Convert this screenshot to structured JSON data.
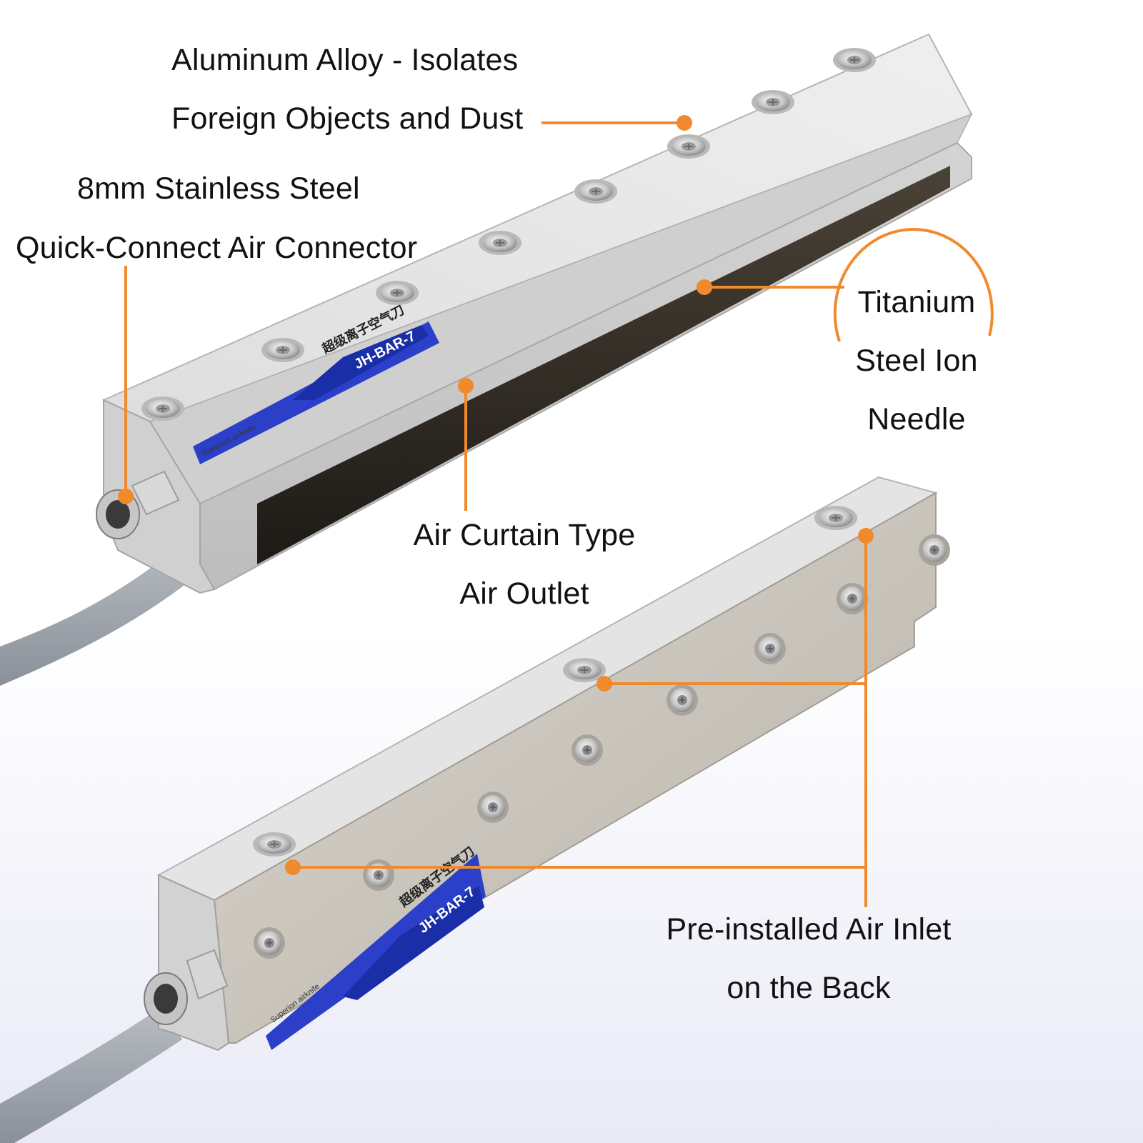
{
  "colors": {
    "accent_orange": "#f08a2c",
    "aluminum_light": "#e6e6e6",
    "aluminum_mid": "#c9c9c9",
    "aluminum_dark": "#9c9c9c",
    "slot_dark": "#2b2620",
    "badge_blue": "#2b3fc8",
    "cable_gray": "#9aa0a8",
    "background_bottom": "#eeeff8"
  },
  "labels": {
    "aluminum": {
      "line1": "Aluminum Alloy - Isolates",
      "line2": "Foreign Objects and Dust"
    },
    "connector": {
      "line1": "8mm Stainless Steel",
      "line2": "Quick-Connect Air Connector"
    },
    "needle": {
      "line1": "Titanium",
      "line2": "Steel Ion",
      "line3": "Needle"
    },
    "outlet": {
      "line1": "Air Curtain Type",
      "line2": "Air Outlet"
    },
    "inlet": {
      "line1": "Pre-installed Air Inlet",
      "line2": "on the Back"
    }
  },
  "product": {
    "model": "JH-BAR-7",
    "chinese_name": "超级离子空气刀",
    "tagline": "Superion airknife"
  },
  "icons": {
    "screw": "phillips-screw-icon",
    "fitting": "quick-connect-fitting-icon"
  }
}
